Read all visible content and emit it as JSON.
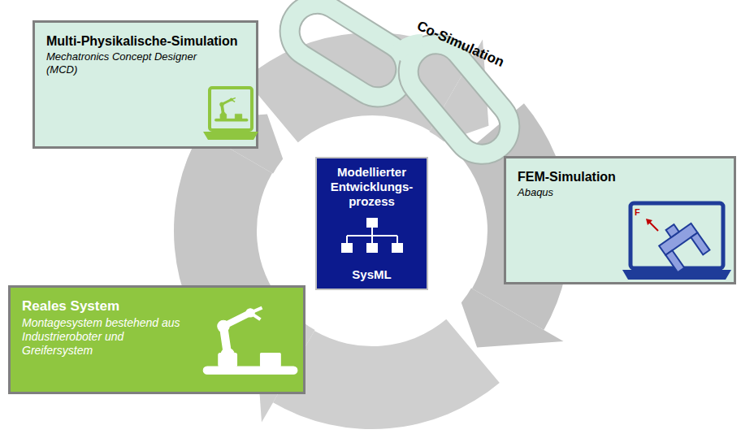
{
  "diagram": {
    "nodes": [
      {
        "text": [
          "Multi-Physikalische-Simulation",
          "Mechatronics Concept Designer (MCD)"
        ]
      },
      {
        "text": [
          "Modellierter Entwicklungs- prozess",
          "SysML"
        ]
      },
      {
        "text": [
          "FEM-Simulation",
          "Abaqus"
        ]
      },
      {
        "text": [
          "Reales System",
          "Montagesystem bestehend aus Industrieroboter und Greifersystem"
        ]
      }
    ],
    "labels": [
      "Co-Simulation",
      "F"
    ]
  }
}
